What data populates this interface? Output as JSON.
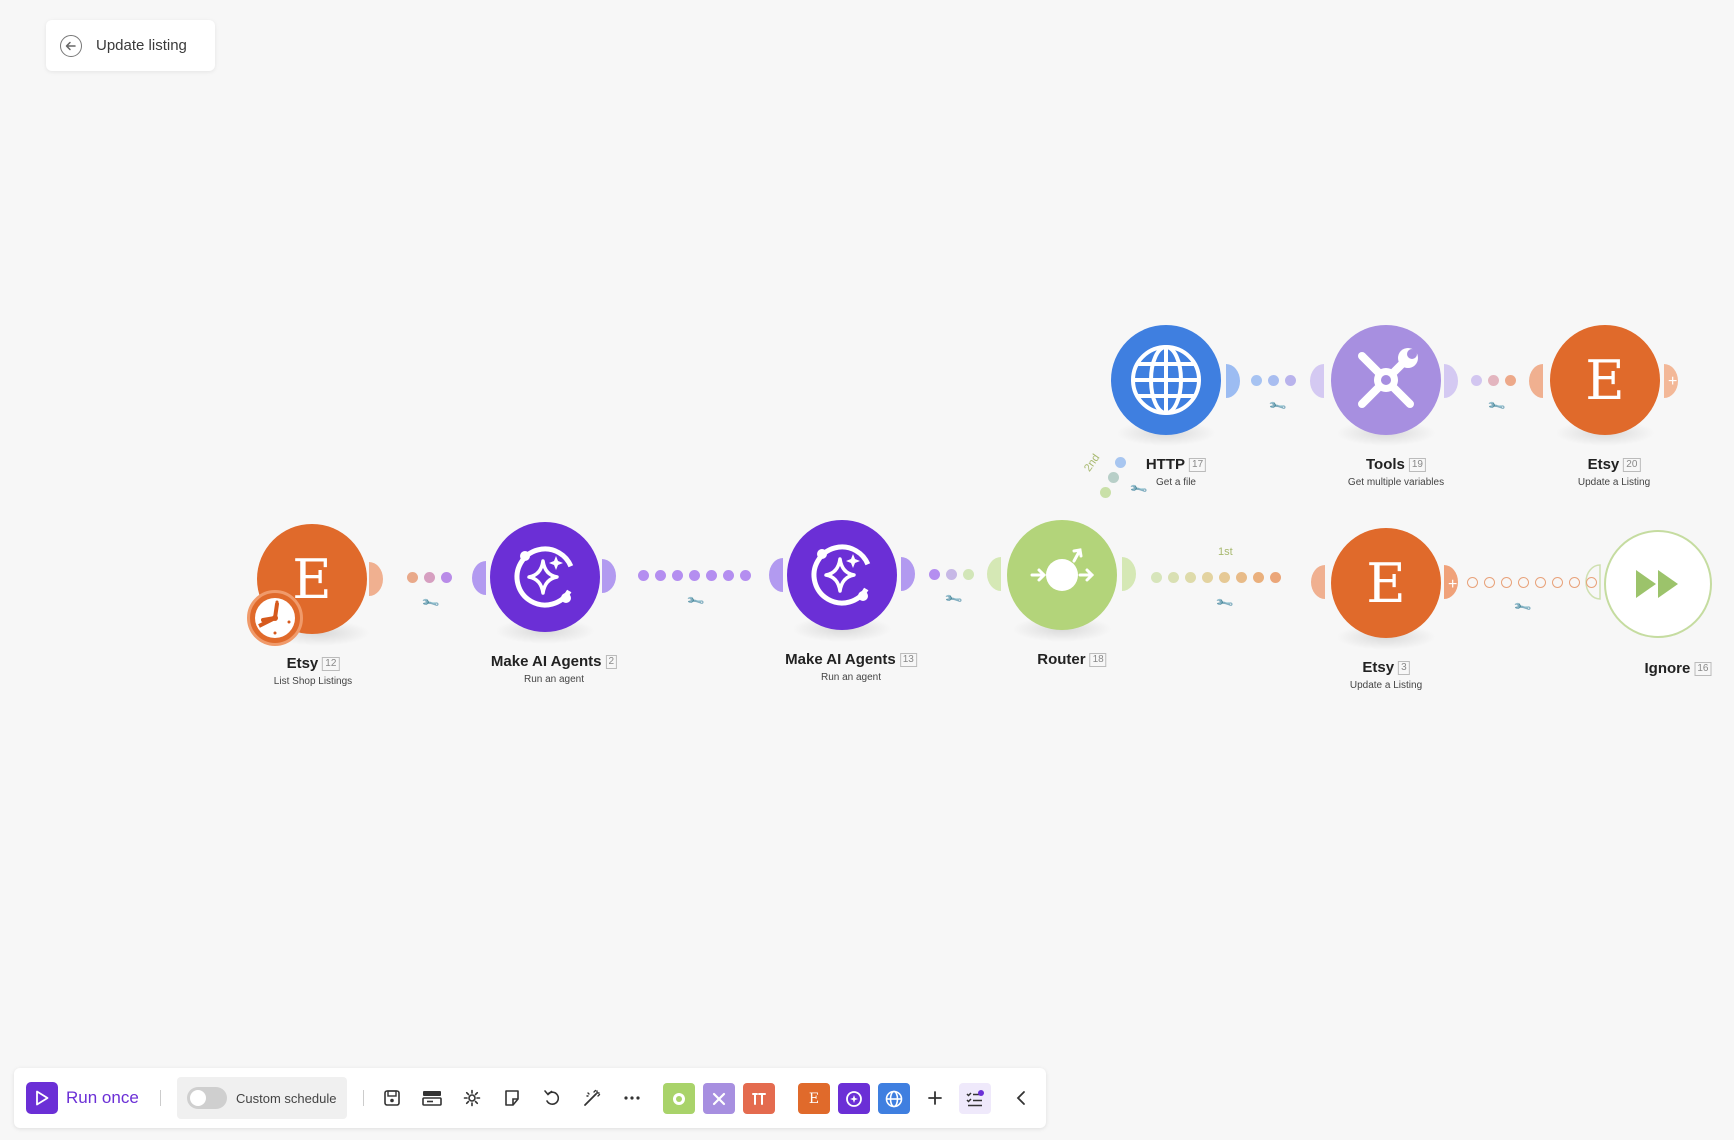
{
  "header": {
    "title": "Update listing"
  },
  "modules": [
    {
      "id": "etsy12",
      "name": "Etsy",
      "number": "12",
      "subtitle": "List Shop Listings",
      "color": "#e06a2b"
    },
    {
      "id": "ai2",
      "name": "Make AI Agents",
      "number": "2",
      "subtitle": "Run an agent",
      "color": "#6b2fd6"
    },
    {
      "id": "ai13",
      "name": "Make AI Agents",
      "number": "13",
      "subtitle": "Run an agent",
      "color": "#6b2fd6"
    },
    {
      "id": "router18",
      "name": "Router",
      "number": "18",
      "subtitle": "",
      "color": "#b3d47a"
    },
    {
      "id": "etsy3",
      "name": "Etsy",
      "number": "3",
      "subtitle": "Update a Listing",
      "color": "#e06a2b"
    },
    {
      "id": "ignore16",
      "name": "Ignore",
      "number": "16",
      "subtitle": "",
      "color": "#9cc36b"
    },
    {
      "id": "http17",
      "name": "HTTP",
      "number": "17",
      "subtitle": "Get a file",
      "color": "#3f7fe0"
    },
    {
      "id": "tools19",
      "name": "Tools",
      "number": "19",
      "subtitle": "Get multiple variables",
      "color": "#a78fe0"
    },
    {
      "id": "etsy20",
      "name": "Etsy",
      "number": "20",
      "subtitle": "Update a Listing",
      "color": "#e06a2b"
    }
  ],
  "route_labels": {
    "first": "1st",
    "second": "2nd"
  },
  "toolbar": {
    "run_label": "Run once",
    "schedule_label": "Custom schedule",
    "schedule_enabled": false,
    "etsy_tile_letter": "E",
    "tile_colors": [
      "#a9d36a",
      "#a78fe0",
      "#e46b4f",
      "#e06a2b",
      "#6b2fd6",
      "#3f7fe0"
    ]
  }
}
